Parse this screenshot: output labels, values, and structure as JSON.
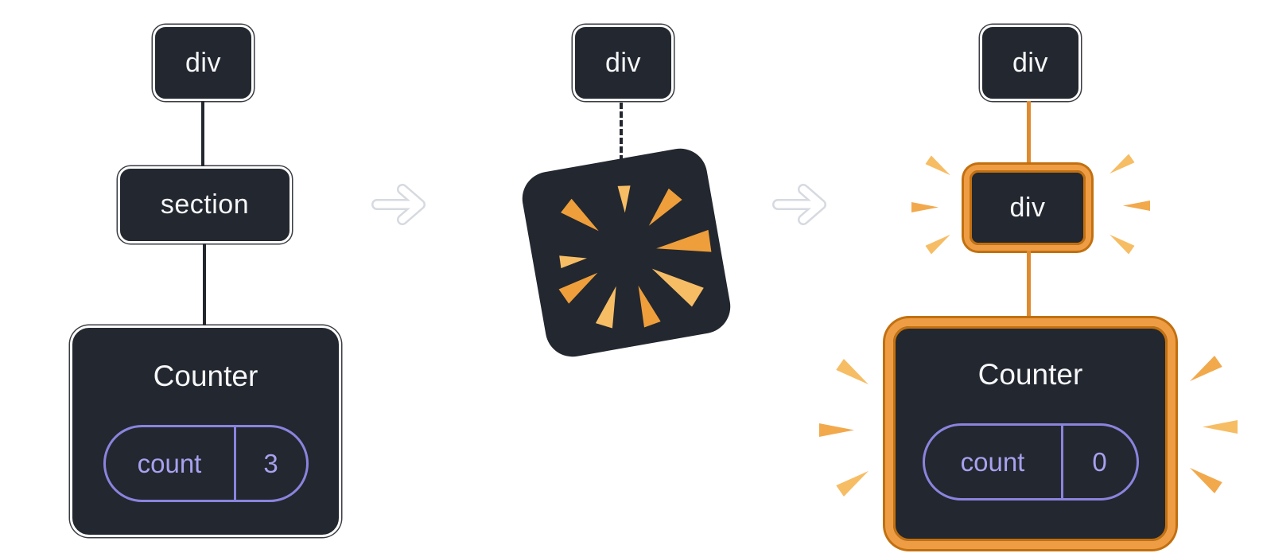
{
  "colors": {
    "node_fill": "#23272F",
    "node_border": "#FFFFFF",
    "node_text": "#F6F7F9",
    "connector_dark": "#23272F",
    "connector_orange": "#DE8A2F",
    "highlight_orange": "#EF9D45",
    "highlight_orange_dark": "#C2700F",
    "spark_orange": "#F2A94C",
    "spark_orange_light": "#F6BD65",
    "state_border_purple": "#8A84DE",
    "state_text_purple": "#A7A1EF",
    "arrow_fill": "#FFFFFF"
  },
  "icons": {
    "arrow": "right-arrow",
    "explosion": "burst-explosion",
    "spark": "spark-tick"
  },
  "panels": {
    "before": {
      "root_label": "div",
      "child_label": "section",
      "counter": {
        "title": "Counter",
        "state_key": "count",
        "state_value": "3"
      }
    },
    "middle": {
      "root_label": "div"
    },
    "after": {
      "root_label": "div",
      "child_label": "div",
      "counter": {
        "title": "Counter",
        "state_key": "count",
        "state_value": "0"
      }
    }
  }
}
